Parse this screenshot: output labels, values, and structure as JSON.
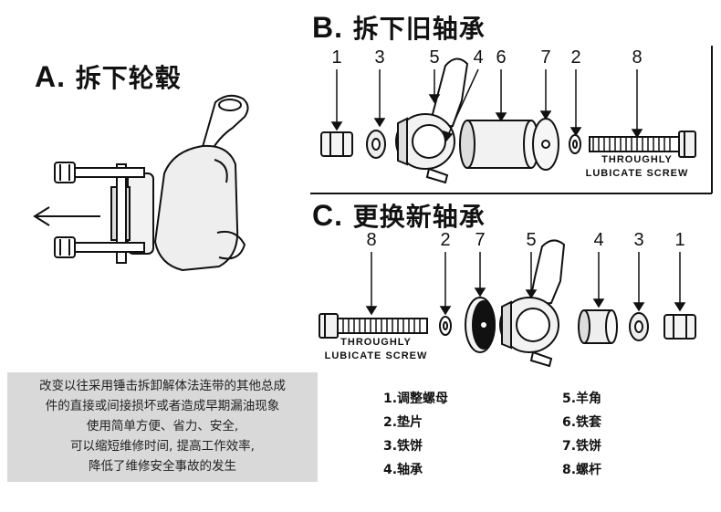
{
  "sectionA": {
    "title_letter": "A.",
    "title_text": "拆下轮毂"
  },
  "sectionB": {
    "title_letter": "B.",
    "title_text": "拆下旧轴承",
    "numbers": [
      "1",
      "3",
      "5",
      "4",
      "6",
      "7",
      "2",
      "8"
    ],
    "caption_line1": "THROUGHLY",
    "caption_line2": "LUBICATE SCREW"
  },
  "sectionC": {
    "title_letter": "C.",
    "title_text": "更换新轴承",
    "numbers": [
      "8",
      "2",
      "7",
      "5",
      "4",
      "3",
      "1"
    ],
    "caption_line1": "THROUGHLY",
    "caption_line2": "LUBICATE SCREW"
  },
  "note": {
    "lines": [
      "改变以往采用锤击拆卸解体法连带的其他总成",
      "件的直接或间接损坏或者造成早期漏油现象",
      "使用简单方便、省力、安全,",
      "可以缩短维修时间, 提高工作效率,",
      "降低了维修安全事故的发生"
    ]
  },
  "legend": {
    "left": [
      "1.调整螺母",
      "2.垫片",
      "3.铁饼",
      "4.轴承"
    ],
    "right": [
      "5.羊角",
      "6.铁套",
      "7.铁饼",
      "8.螺杆"
    ]
  }
}
